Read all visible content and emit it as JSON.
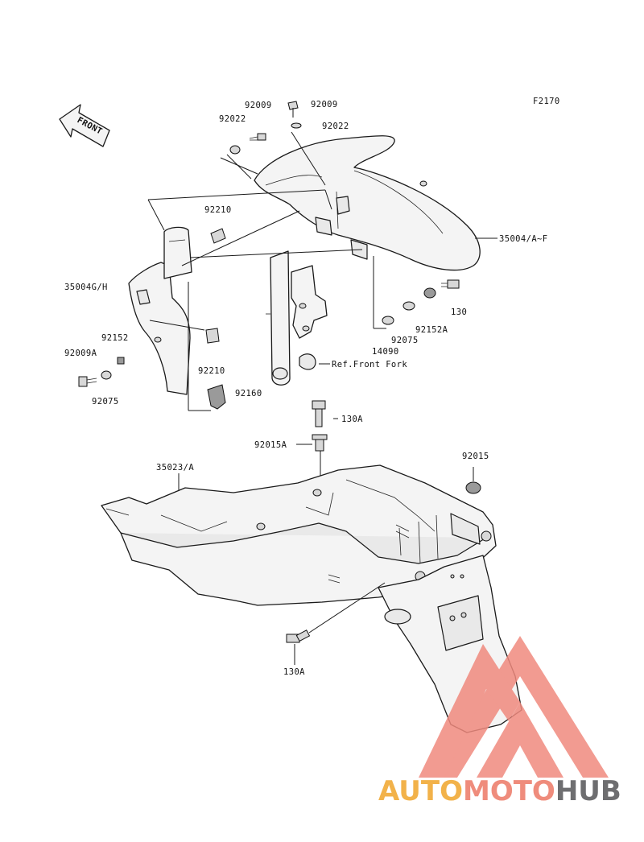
{
  "figure_id": "F2170",
  "front_arrow_label": "FRONT",
  "labels": {
    "l92009_a": "92009",
    "l92009_b": "92009",
    "l92022_a": "92022",
    "l92022_b": "92022",
    "l92210_a": "92210",
    "l92210_b": "92210",
    "l35004_af": "35004/A~F",
    "l35004_gh": "35004G/H",
    "l130_a": "130",
    "l92152a": "92152A",
    "l92075_a": "92075",
    "l14090": "14090",
    "l92152": "92152",
    "l92009a": "92009A",
    "l92075_b": "92075",
    "ref_front_fork": "Ref.Front Fork",
    "l92160": "92160",
    "l130a_top": "130A",
    "l92015a": "92015A",
    "l92015": "92015",
    "l35023a": "35023/A",
    "l130a_bottom": "130A"
  },
  "watermark": {
    "part1": "AUTO",
    "part2": "MOTO",
    "part3": "HUB",
    "colors": {
      "auto": "#f2b24a",
      "moto": "#ef8c7c",
      "hub": "#6e6e70",
      "triangle": "#f08a7e"
    }
  }
}
